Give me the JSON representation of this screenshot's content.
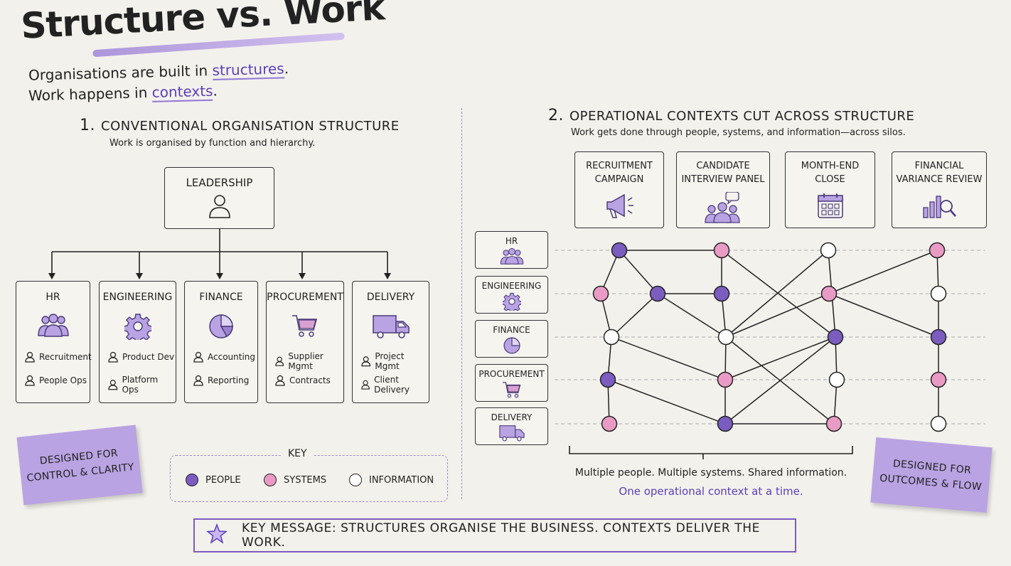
{
  "title": "Structure vs. Work",
  "intro": {
    "line1_pre": "Organisations are built in ",
    "line1_hl": "structures",
    "line1_post": ".",
    "line2_pre": "Work happens in ",
    "line2_hl": "contexts",
    "line2_post": "."
  },
  "section1": {
    "number": "1.",
    "heading": "CONVENTIONAL ORGANISATION STRUCTURE",
    "subheading": "Work is organised by function and hierarchy.",
    "leadership": "LEADERSHIP",
    "departments": [
      {
        "name": "HR",
        "icon": "people-icon",
        "items": [
          "Recruitment",
          "People Ops"
        ]
      },
      {
        "name": "ENGINEERING",
        "icon": "gear-icon",
        "items": [
          "Product Dev",
          "Platform Ops"
        ]
      },
      {
        "name": "FINANCE",
        "icon": "pie-chart-icon",
        "items": [
          "Accounting",
          "Reporting"
        ]
      },
      {
        "name": "PROCUREMENT",
        "icon": "cart-icon",
        "items": [
          "Supplier Mgmt",
          "Contracts"
        ]
      },
      {
        "name": "DELIVERY",
        "icon": "truck-icon",
        "items": [
          "Project Mgmt",
          "Client Delivery"
        ]
      }
    ],
    "sticky": [
      "DESIGNED FOR",
      "CONTROL & CLARITY"
    ]
  },
  "key": {
    "title": "KEY",
    "items": [
      {
        "label": "PEOPLE",
        "color": "#7b5cbf"
      },
      {
        "label": "SYSTEMS",
        "color": "#e99bc6"
      },
      {
        "label": "INFORMATION",
        "color": "#ffffff"
      }
    ]
  },
  "section2": {
    "number": "2.",
    "heading": "OPERATIONAL CONTEXTS CUT ACROSS STRUCTURE",
    "subheading": "Work gets done through people, systems, and information—across silos.",
    "contexts": [
      {
        "line1": "RECRUITMENT",
        "line2": "CAMPAIGN",
        "icon": "megaphone-icon"
      },
      {
        "line1": "CANDIDATE",
        "line2": "INTERVIEW PANEL",
        "icon": "group-chat-icon"
      },
      {
        "line1": "MONTH-END",
        "line2": "CLOSE",
        "icon": "calendar-icon"
      },
      {
        "line1": "FINANCIAL",
        "line2": "VARIANCE REVIEW",
        "icon": "bar-chart-magnifier-icon"
      }
    ],
    "rows": [
      "HR",
      "ENGINEERING",
      "FINANCE",
      "PROCUREMENT",
      "DELIVERY"
    ],
    "caption1": "Multiple people. Multiple systems. Shared information.",
    "caption2": "One operational context at a time.",
    "sticky": [
      "DESIGNED FOR",
      "OUTCOMES & FLOW"
    ]
  },
  "key_message": "KEY MESSAGE: STRUCTURES ORGANISE THE BUSINESS. CONTEXTS DELIVER THE WORK.",
  "colors": {
    "accent": "#7b5cbf",
    "systems": "#e99bc6",
    "sticky": "#b9a3e3"
  }
}
